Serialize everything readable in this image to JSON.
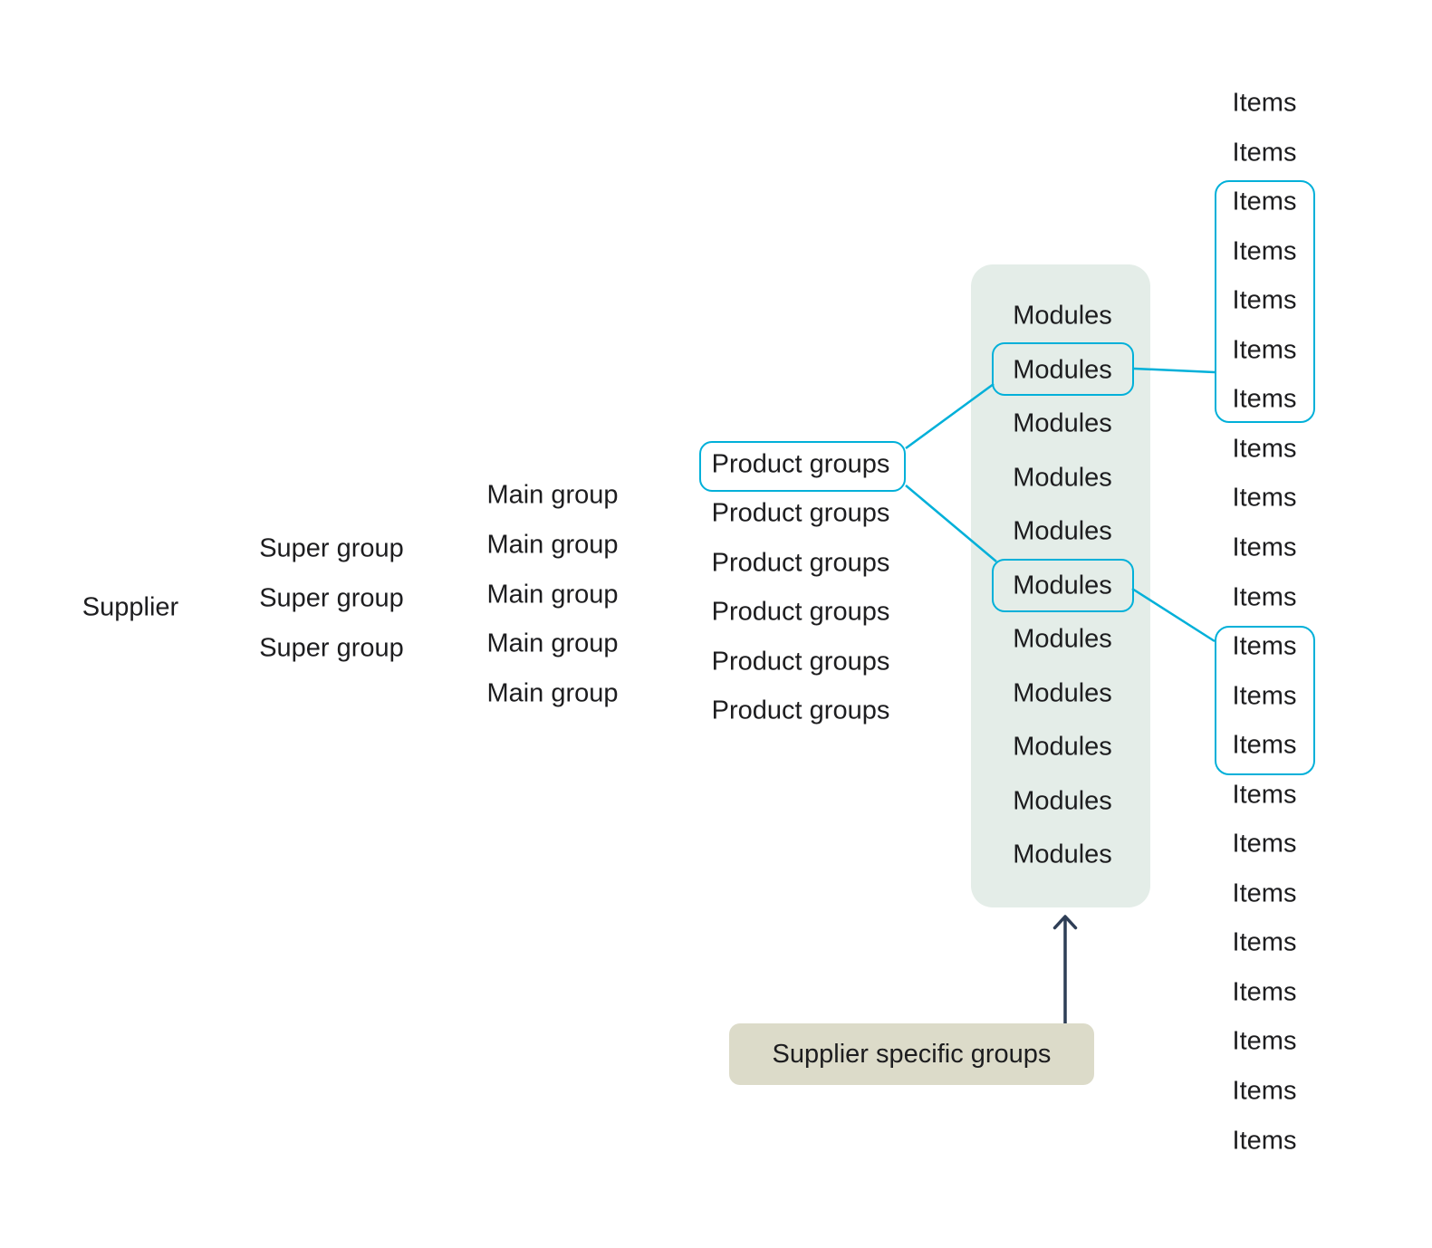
{
  "diagram": {
    "columns": {
      "supplier": {
        "labels": [
          "Supplier"
        ]
      },
      "super_group": {
        "labels": [
          "Super group",
          "Super group",
          "Super group"
        ]
      },
      "main_group": {
        "labels": [
          "Main group",
          "Main group",
          "Main group",
          "Main group",
          "Main group"
        ]
      },
      "product_groups": {
        "labels": [
          "Product groups",
          "Product groups",
          "Product groups",
          "Product groups",
          "Product groups",
          "Product groups"
        ],
        "highlighted_indexes": [
          0
        ]
      },
      "modules": {
        "labels": [
          "Modules",
          "Modules",
          "Modules",
          "Modules",
          "Modules",
          "Modules",
          "Modules",
          "Modules",
          "Modules",
          "Modules",
          "Modules"
        ],
        "highlighted_indexes": [
          1,
          5
        ]
      },
      "items": {
        "labels": [
          "Items",
          "Items",
          "Items",
          "Items",
          "Items",
          "Items",
          "Items",
          "Items",
          "Items",
          "Items",
          "Items",
          "Items",
          "Items",
          "Items",
          "Items",
          "Items",
          "Items",
          "Items",
          "Items",
          "Items",
          "Items",
          "Items"
        ],
        "highlighted_ranges": [
          [
            2,
            6
          ],
          [
            11,
            13
          ]
        ]
      }
    },
    "annotation": {
      "label": "Supplier specific groups"
    },
    "colors": {
      "highlight_border": "#00b0d9",
      "panel_background": "#e4ede8",
      "annotation_background": "#dcdbc9",
      "arrow": "#2e3e56",
      "text": "#1d1d1f"
    }
  }
}
